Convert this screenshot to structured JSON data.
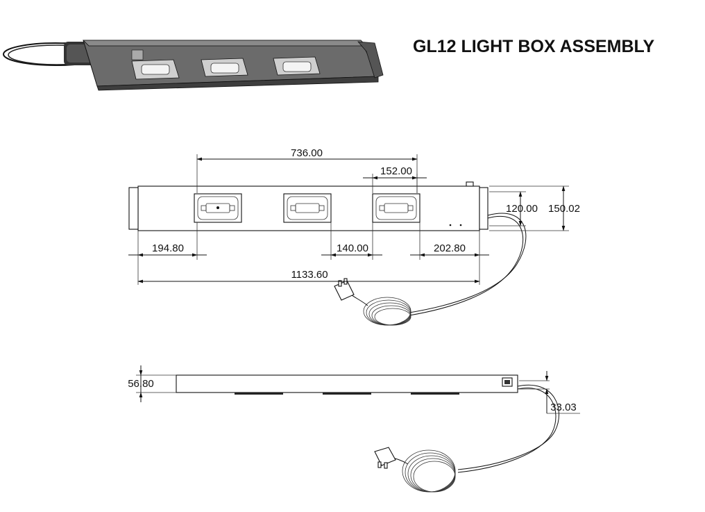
{
  "title": "GL12 LIGHT BOX ASSEMBLY",
  "dimensions": {
    "overall_lamp_span": "736.00",
    "lamp_window_width": "152.00",
    "window_height": "120.00",
    "box_height": "150.02",
    "left_offset": "194.80",
    "window_gap": "140.00",
    "right_offset": "202.80",
    "overall_length": "1133.60",
    "side_thickness": "56.80",
    "cable_height": "33.03"
  },
  "colors": {
    "line": "#111111",
    "box_shade": "#6b6b6b",
    "background": "#ffffff"
  },
  "views": [
    "isometric-view",
    "top-view",
    "side-view"
  ]
}
